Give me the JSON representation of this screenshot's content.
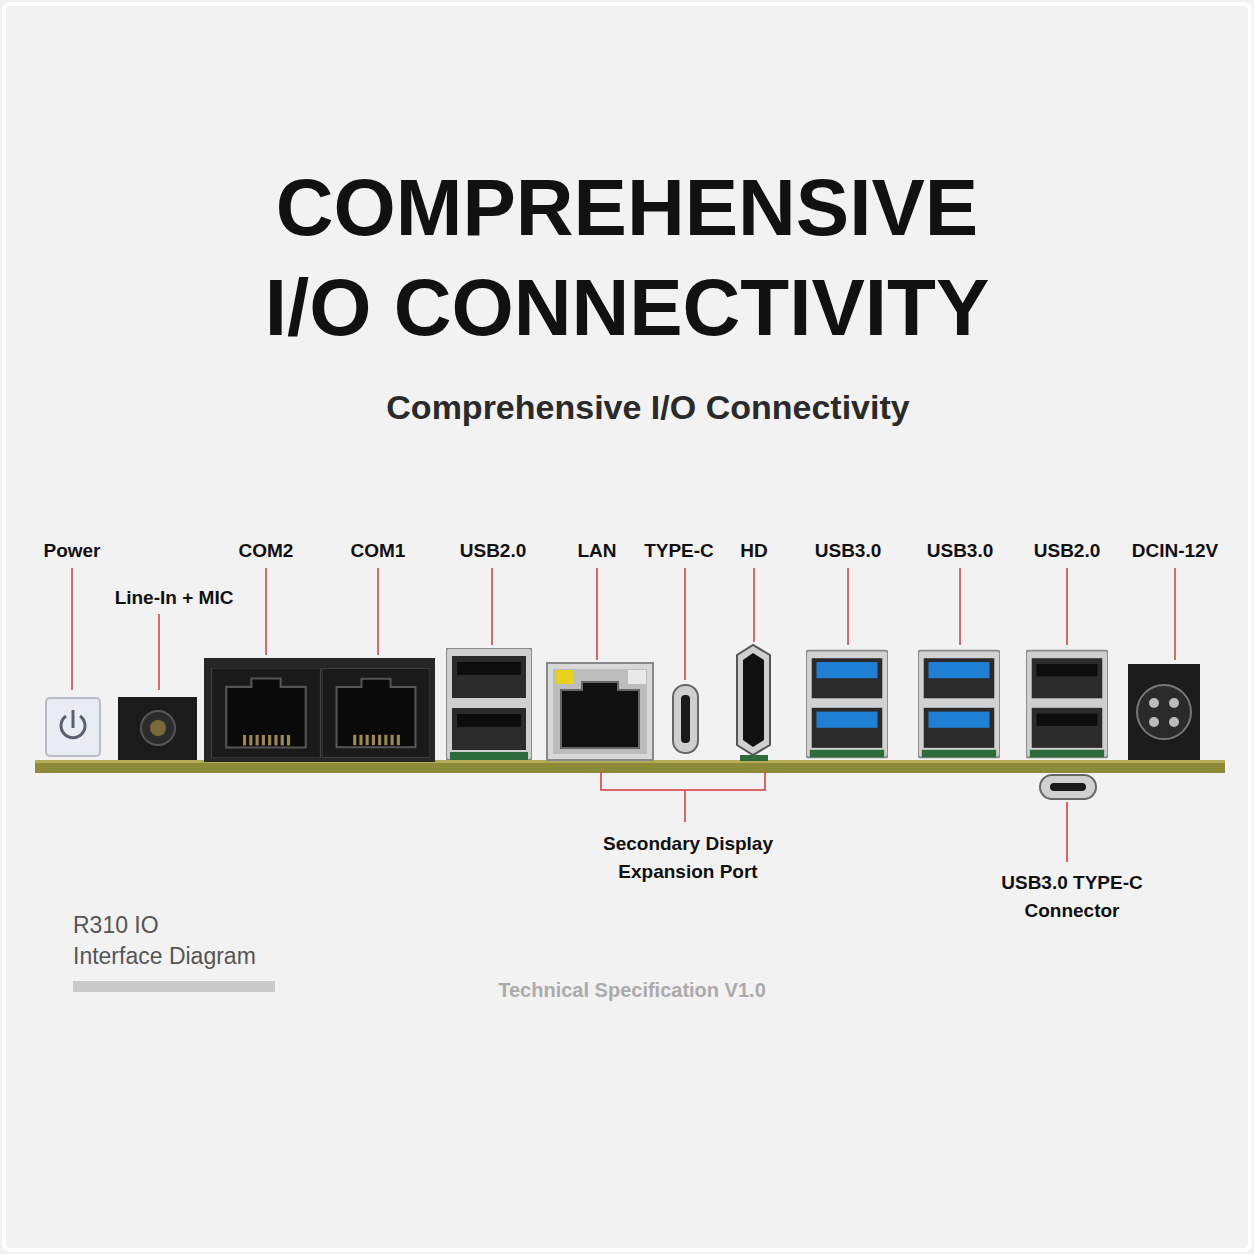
{
  "diagram": {
    "title": "COMPREHENSIVE I/O CONNECTIVITY",
    "labels": [
      "Comprehensive I/O Connectivity",
      "Power",
      "Line-In + MIC",
      "COM2",
      "COM1",
      "USB2.0",
      "LAN",
      "TYPE-C",
      "HD",
      "USB3.0",
      "USB3.0",
      "USB2.0",
      "DCIN-12V",
      "Secondary Display Expansion Port",
      "USB3.0 TYPE-C Connector",
      "R310 IO",
      "Interface Diagram",
      "Technical Specification V1.0"
    ]
  }
}
